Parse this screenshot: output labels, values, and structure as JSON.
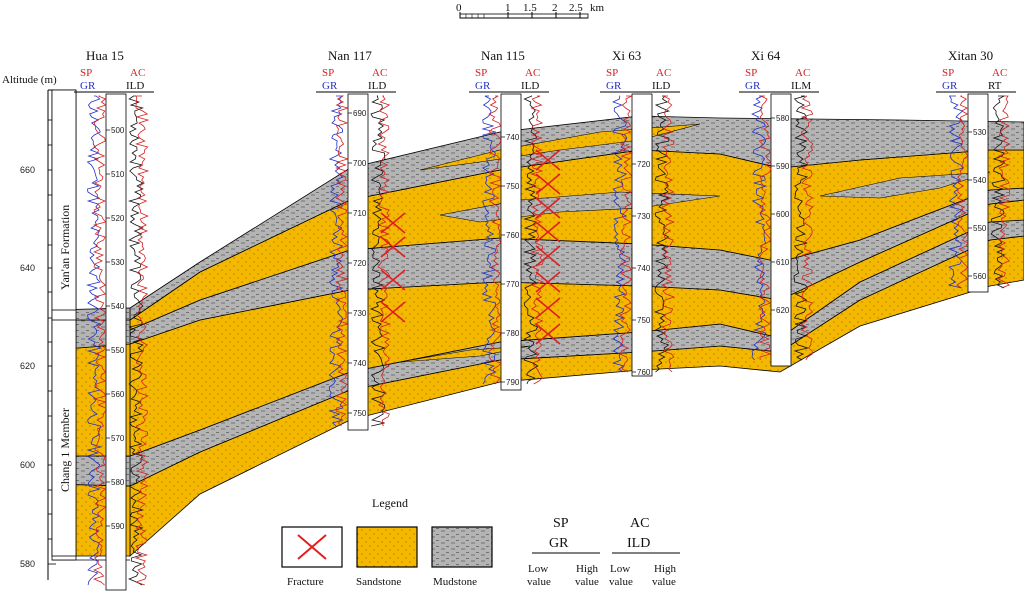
{
  "scale_bar": {
    "ticks": [
      "0",
      "1",
      "1.5",
      "2",
      "2.5"
    ],
    "unit": "km"
  },
  "altitude_axis": {
    "label": "Altitude (m)",
    "ticks": [
      "660",
      "640",
      "620",
      "600",
      "580"
    ]
  },
  "formations": {
    "upper": "Yan'an Formation",
    "lower": "Chang 1 Member"
  },
  "wells": [
    {
      "name": "Hua 15",
      "left_top": "SP",
      "left_bottom": "GR",
      "right_top": "AC",
      "right_bottom": "ILD",
      "depths": [
        "500",
        "510",
        "520",
        "530",
        "540",
        "550",
        "560",
        "570",
        "580",
        "590"
      ]
    },
    {
      "name": "Nan 117",
      "left_top": "SP",
      "left_bottom": "GR",
      "right_top": "AC",
      "right_bottom": "ILD",
      "depths": [
        "690",
        "700",
        "710",
        "720",
        "730",
        "740",
        "750"
      ]
    },
    {
      "name": "Nan 115",
      "left_top": "SP",
      "left_bottom": "GR",
      "right_top": "AC",
      "right_bottom": "ILD",
      "depths": [
        "740",
        "750",
        "760",
        "770",
        "780",
        "790"
      ]
    },
    {
      "name": "Xi 63",
      "left_top": "SP",
      "left_bottom": "GR",
      "right_top": "AC",
      "right_bottom": "ILD",
      "depths": [
        "720",
        "730",
        "740",
        "750",
        "760"
      ]
    },
    {
      "name": "Xi 64",
      "left_top": "SP",
      "left_bottom": "GR",
      "right_top": "AC",
      "right_bottom": "ILM",
      "depths": [
        "580",
        "590",
        "600",
        "610",
        "620"
      ]
    },
    {
      "name": "Xitan 30",
      "left_top": "SP",
      "left_bottom": "GR",
      "right_top": "AC",
      "right_bottom": "RT",
      "depths": [
        "530",
        "540",
        "550",
        "560"
      ]
    }
  ],
  "legend": {
    "title": "Legend",
    "items": [
      "Fracture",
      "Sandstone",
      "Mudstone"
    ],
    "curve_key": {
      "left_top": "SP",
      "left_bottom": "GR",
      "right_top": "AC",
      "right_bottom": "ILD",
      "low": [
        "Low",
        "value"
      ],
      "high": [
        "High",
        "value"
      ]
    }
  },
  "colors": {
    "sandstone": "#f5b800",
    "mudstone": "#b4b4b4",
    "fracture": "#e02020",
    "sp": "#d42020",
    "gr": "#2030c8",
    "ac": "#d42020",
    "ild": "#111111"
  }
}
